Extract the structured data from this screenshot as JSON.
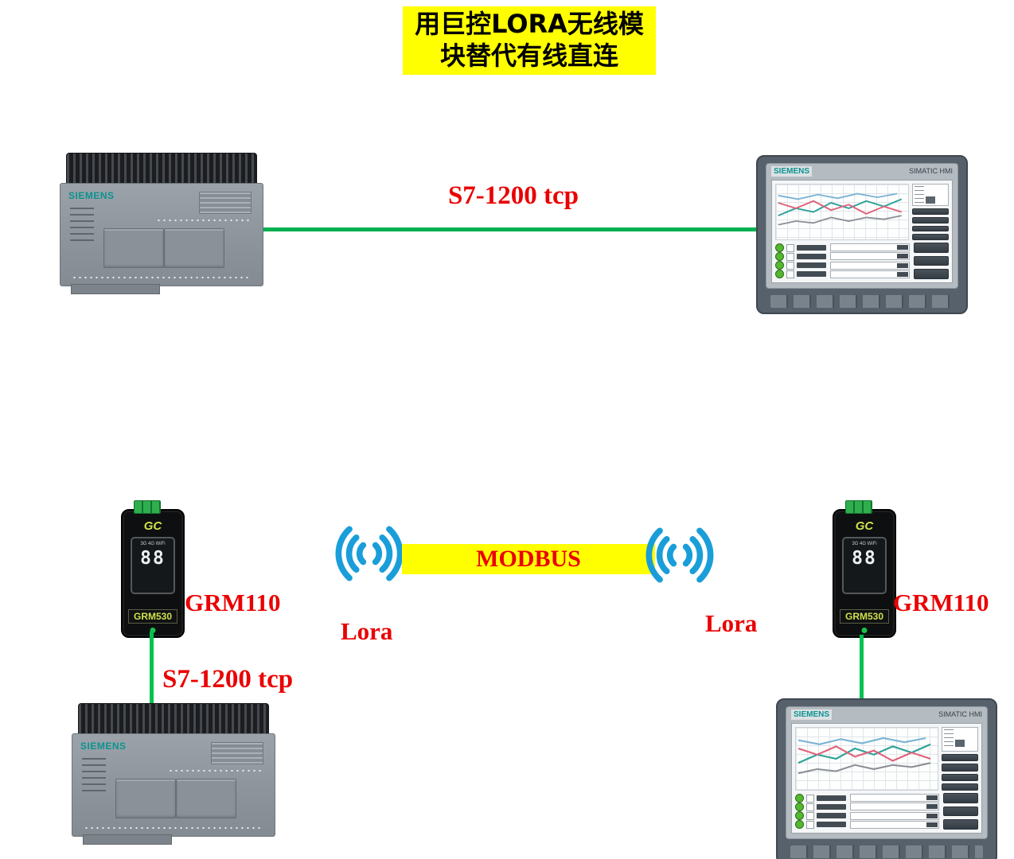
{
  "title": {
    "line1": "用巨控LORA无线模",
    "line2": "块替代有线直连"
  },
  "links": {
    "top_label": "S7-1200 tcp",
    "bottom_left_label": "S7-1200 tcp",
    "wireless_label": "MODBUS",
    "lora_left": "Lora",
    "lora_right": "Lora"
  },
  "grm": {
    "left_label": "GRM110",
    "right_label": "GRM110",
    "brand": "GC",
    "model": "GRM530",
    "radios": "3G 4G WiFi",
    "display": "88"
  },
  "plc": {
    "brand": "SIEMENS"
  },
  "hmi": {
    "brand": "SIEMENS",
    "model": "SIMATIC HMI"
  },
  "colors": {
    "highlight_yellow": "#ffff00",
    "label_red": "#ea0000",
    "wire_green": "#00b050",
    "lora_blue": "#1a9ed9",
    "siemens_teal": "#0a9390"
  }
}
